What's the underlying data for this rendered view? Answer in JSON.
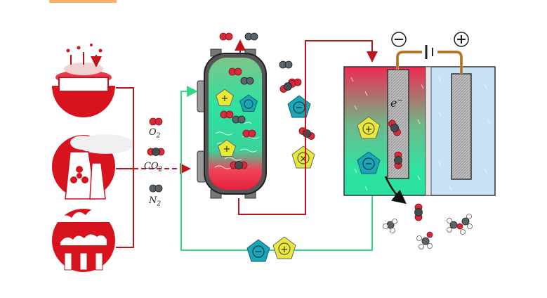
{
  "labels": {
    "o2": "O",
    "o2_sub": "2",
    "co2": "CO",
    "co2_sub": "2",
    "n2": "N",
    "n2_sub": "2",
    "electron": "e",
    "electron_sup": "−"
  },
  "colors": {
    "source_red": "#d7141e",
    "line_red": "#c0141c",
    "line_green": "#35d88a",
    "anion": "#1aa6b7",
    "cation": "#e8e83a",
    "cell_electrolyte": "#c7e3f5",
    "oxygen_atom": "#d92a3a",
    "carbon_atom": "#444c52"
  },
  "icons": [
    "evaporation-source-icon",
    "power-plant-icon",
    "industrial-chimneys-icon",
    "capture-reactor-icon",
    "electrochemical-cell-icon",
    "battery-symbol-icon",
    "negative-terminal-icon",
    "positive-terminal-icon"
  ]
}
